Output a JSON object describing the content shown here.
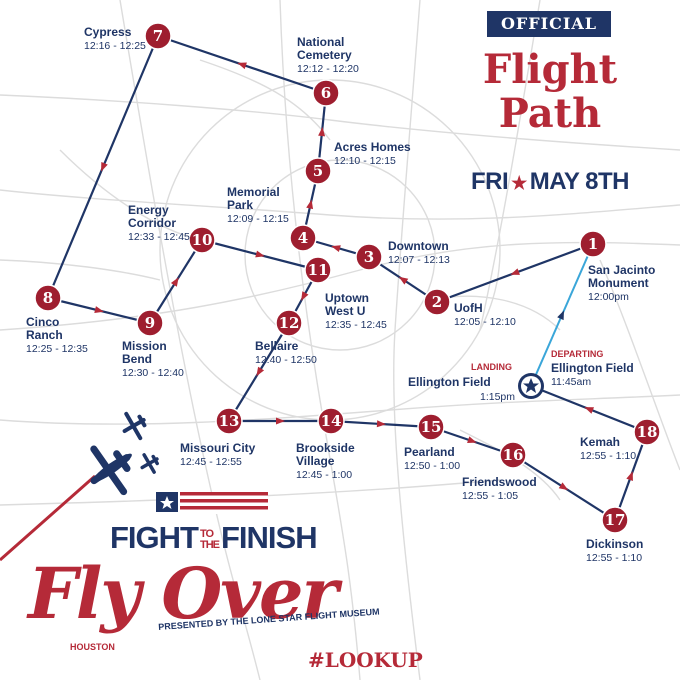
{
  "header": {
    "badge": "OFFICIAL",
    "title_line1": "Flight",
    "title_line2": "Path",
    "date_day": "FRI",
    "date_rest": "MAY 8TH"
  },
  "stops": [
    {
      "num": "1",
      "name": [
        "San Jacinto",
        "Monument"
      ],
      "time": "12:00pm"
    },
    {
      "num": "2",
      "name": [
        "UofH"
      ],
      "time": "12:05 - 12:10"
    },
    {
      "num": "3",
      "name": [
        "Downtown"
      ],
      "time": "12:07 - 12:13"
    },
    {
      "num": "4",
      "name": [
        "Memorial",
        "Park"
      ],
      "time": "12:09 - 12:15"
    },
    {
      "num": "5",
      "name": [
        "Acres Homes"
      ],
      "time": "12:10 - 12:15"
    },
    {
      "num": "6",
      "name": [
        "National",
        "Cemetery"
      ],
      "time": "12:12 - 12:20"
    },
    {
      "num": "7",
      "name": [
        "Cypress"
      ],
      "time": "12:16 - 12:25"
    },
    {
      "num": "8",
      "name": [
        "Cinco",
        "Ranch"
      ],
      "time": "12:25 - 12:35"
    },
    {
      "num": "9",
      "name": [
        "Mission",
        "Bend"
      ],
      "time": "12:30 - 12:40"
    },
    {
      "num": "10",
      "name": [
        "Energy",
        "Corridor"
      ],
      "time": "12:33 - 12:45"
    },
    {
      "num": "11",
      "name": [
        "Uptown",
        "West U"
      ],
      "time": "12:35 - 12:45"
    },
    {
      "num": "12",
      "name": [
        "Bellaire"
      ],
      "time": "12:40 - 12:50"
    },
    {
      "num": "13",
      "name": [
        "Missouri City"
      ],
      "time": "12:45 - 12:55"
    },
    {
      "num": "14",
      "name": [
        "Brookside",
        "Village"
      ],
      "time": "12:45 - 1:00"
    },
    {
      "num": "15",
      "name": [
        "Pearland"
      ],
      "time": "12:50 - 1:00"
    },
    {
      "num": "16",
      "name": [
        "Friendswood"
      ],
      "time": "12:55 - 1:05"
    },
    {
      "num": "17",
      "name": [
        "Dickinson"
      ],
      "time": "12:55 - 1:10"
    },
    {
      "num": "18",
      "name": [
        "Kemah"
      ],
      "time": "12:55 - 1:10"
    }
  ],
  "departing": {
    "tag": "DEPARTING",
    "name": "Ellington Field",
    "time": "11:45am"
  },
  "landing": {
    "tag": "LANDING",
    "name": "Ellington Field",
    "time": "1:15pm"
  },
  "branding": {
    "fight": "FIGHT",
    "to": "TO",
    "the": "THE",
    "finish": "FINISH",
    "flyover": "Fly Over",
    "houston": "HOUSTON",
    "presented": "PRESENTED BY THE LONE STAR FLIGHT MUSEUM",
    "hashtag": "#LOOKUP"
  },
  "colors": {
    "route": "#1f3566",
    "marker": "#9e1e2f",
    "accent": "#b52a38",
    "departure_line": "#3aa6d9",
    "roads": "#dcdcdc"
  },
  "icons": [
    "airport-star-icon",
    "bomber-plane-icon",
    "fighter-plane-icon",
    "flag-icon"
  ]
}
